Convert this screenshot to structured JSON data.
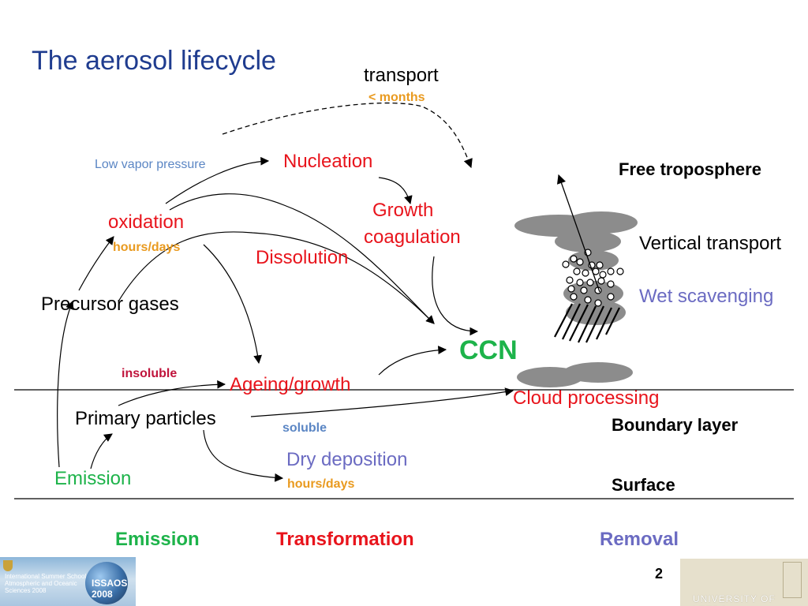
{
  "slide": {
    "title": "The aerosol lifecycle",
    "page_number": "2"
  },
  "labels": {
    "transport": "transport",
    "transport_time": "< months",
    "low_vapor": "Low vapor pressure",
    "nucleation": "Nucleation",
    "growth": "Growth",
    "coagulation": "coagulation",
    "oxidation": "oxidation",
    "oxidation_time": "hours/days",
    "dissolution": "Dissolution",
    "precursor": "Precursor gases",
    "ccn": "CCN",
    "insoluble": "insoluble",
    "ageing": "Ageing/growth",
    "primary": "Primary particles",
    "soluble": "soluble",
    "cloud_processing": "Cloud processing",
    "dry_deposition": "Dry deposition",
    "dry_time": "hours/days",
    "emission": "Emission",
    "free_troposphere": "Free troposphere",
    "vertical_transport": "Vertical transport",
    "wet_scavenging": "Wet scavenging",
    "boundary_layer": "Boundary layer",
    "surface": "Surface"
  },
  "footer": {
    "emission": "Emission",
    "transformation": "Transformation",
    "removal": "Removal"
  },
  "logos": {
    "banner_text": "International Summer School Atmospheric and Oceanic Sciences 2008",
    "banner_abbr": "ISSAOS 2008",
    "university": "UNIVERSITY OF LEEDS"
  },
  "colors": {
    "title": "#1f3c8f",
    "red": "#e8141c",
    "green": "#1db34a",
    "orange": "#e99a1f",
    "blue_grey": "#5b86c4",
    "purple_blue": "#6b6bc2",
    "crimson": "#c0143c",
    "cloud": "#8c8c8c"
  }
}
